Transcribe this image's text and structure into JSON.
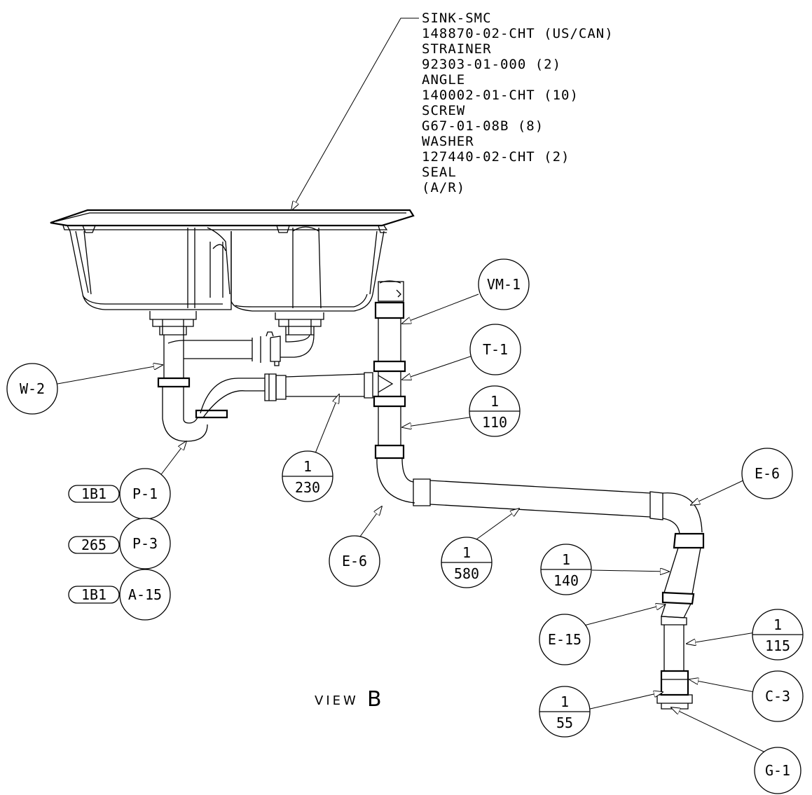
{
  "note": {
    "lines": [
      "SINK-SMC",
      "148870-02-CHT (US/CAN)",
      "STRAINER",
      "92303-01-000 (2)",
      "ANGLE",
      "140002-01-CHT (10)",
      "SCREW",
      "G67-01-08B (8)",
      "WASHER",
      "127440-02-CHT (2)",
      "SEAL",
      "(A/R)"
    ]
  },
  "bubbles": {
    "vm1": "VM-1",
    "t1": "T-1",
    "w2": "W-2",
    "p1": "P-1",
    "p3": "P-3",
    "a15": "A-15",
    "e6_left": "E-6",
    "e6_right": "E-6",
    "e15": "E-15",
    "c3": "C-3",
    "g1": "G-1"
  },
  "fractions": {
    "f110": {
      "top": "1",
      "bottom": "110"
    },
    "f230": {
      "top": "1",
      "bottom": "230"
    },
    "f580": {
      "top": "1",
      "bottom": "580"
    },
    "f140": {
      "top": "1",
      "bottom": "140"
    },
    "f115": {
      "top": "1",
      "bottom": "115"
    },
    "f55": {
      "top": "1",
      "bottom": "55"
    }
  },
  "ovals": {
    "p1_qty": "1B1",
    "p3_qty": "265",
    "a15_qty": "1B1"
  },
  "view": {
    "prefix": "VIEW",
    "letter": "B"
  }
}
